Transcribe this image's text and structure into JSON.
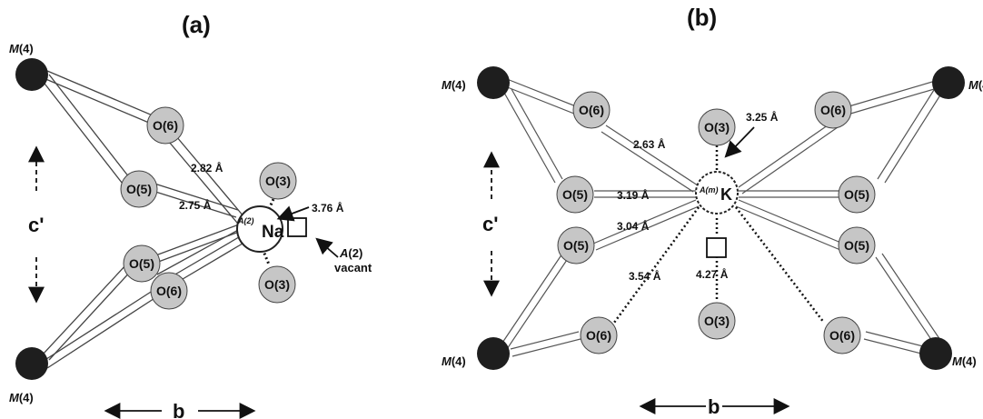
{
  "panel_a": {
    "label": "(a)",
    "m4": "M(4)",
    "o6": "O(6)",
    "o5": "O(5)",
    "o3": "O(3)",
    "center_sup": "A(2)",
    "center_elem": "Na",
    "d_282": "2.82 Å",
    "d_275": "2.75 Å",
    "d_376": "3.76 Å",
    "vacant_line1": "A(2)",
    "vacant_line2": "vacant",
    "c_axis": "c'",
    "b_axis": "b"
  },
  "panel_b": {
    "label": "(b)",
    "m4": "M(4)",
    "o6": "O(6)",
    "o5": "O(5)",
    "o3": "O(3)",
    "center_sup": "A(m)",
    "center_elem": "K",
    "d_263": "2.63 Å",
    "d_325": "3.25 Å",
    "d_319": "3.19 Å",
    "d_304": "3.04 Å",
    "d_354": "3.54 Å",
    "d_427": "4.27 Å",
    "c_axis": "c'",
    "b_axis": "b"
  },
  "colors": {
    "oxygen": "#c6c6c6",
    "metal": "#1e1e1e",
    "bond": "#555555"
  }
}
